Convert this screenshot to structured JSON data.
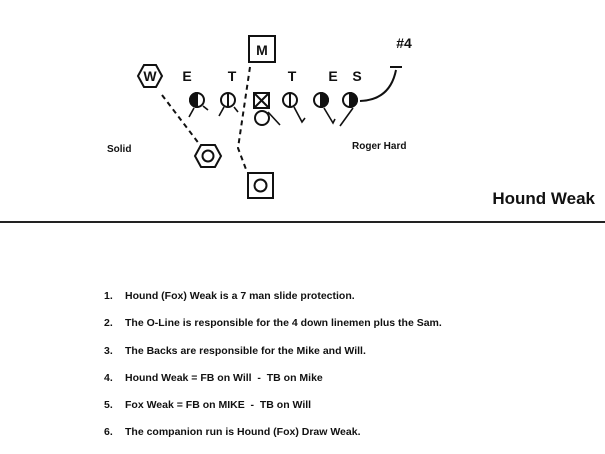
{
  "diagram": {
    "defense_labels": [
      "E",
      "T",
      "T",
      "E",
      "S"
    ],
    "will_label": "W",
    "mike_label": "M",
    "receiver_label": "#4",
    "left_note": "Solid",
    "right_note": "Roger Hard"
  },
  "play_title": "Hound Weak",
  "notes": [
    {
      "num": "1.",
      "text": "Hound (Fox) Weak is a 7 man slide protection."
    },
    {
      "num": "2.",
      "text": "The O-Line is responsible for the 4 down linemen plus the Sam."
    },
    {
      "num": "3.",
      "text": "The Backs are responsible for the Mike and Will."
    },
    {
      "num": "4.",
      "text": "Hound Weak = FB on Will  -  TB on Mike"
    },
    {
      "num": "5.",
      "text": "Fox Weak = FB on MIKE  -  TB on Will"
    },
    {
      "num": "6.",
      "text": "The companion run is Hound (Fox) Draw Weak."
    }
  ]
}
